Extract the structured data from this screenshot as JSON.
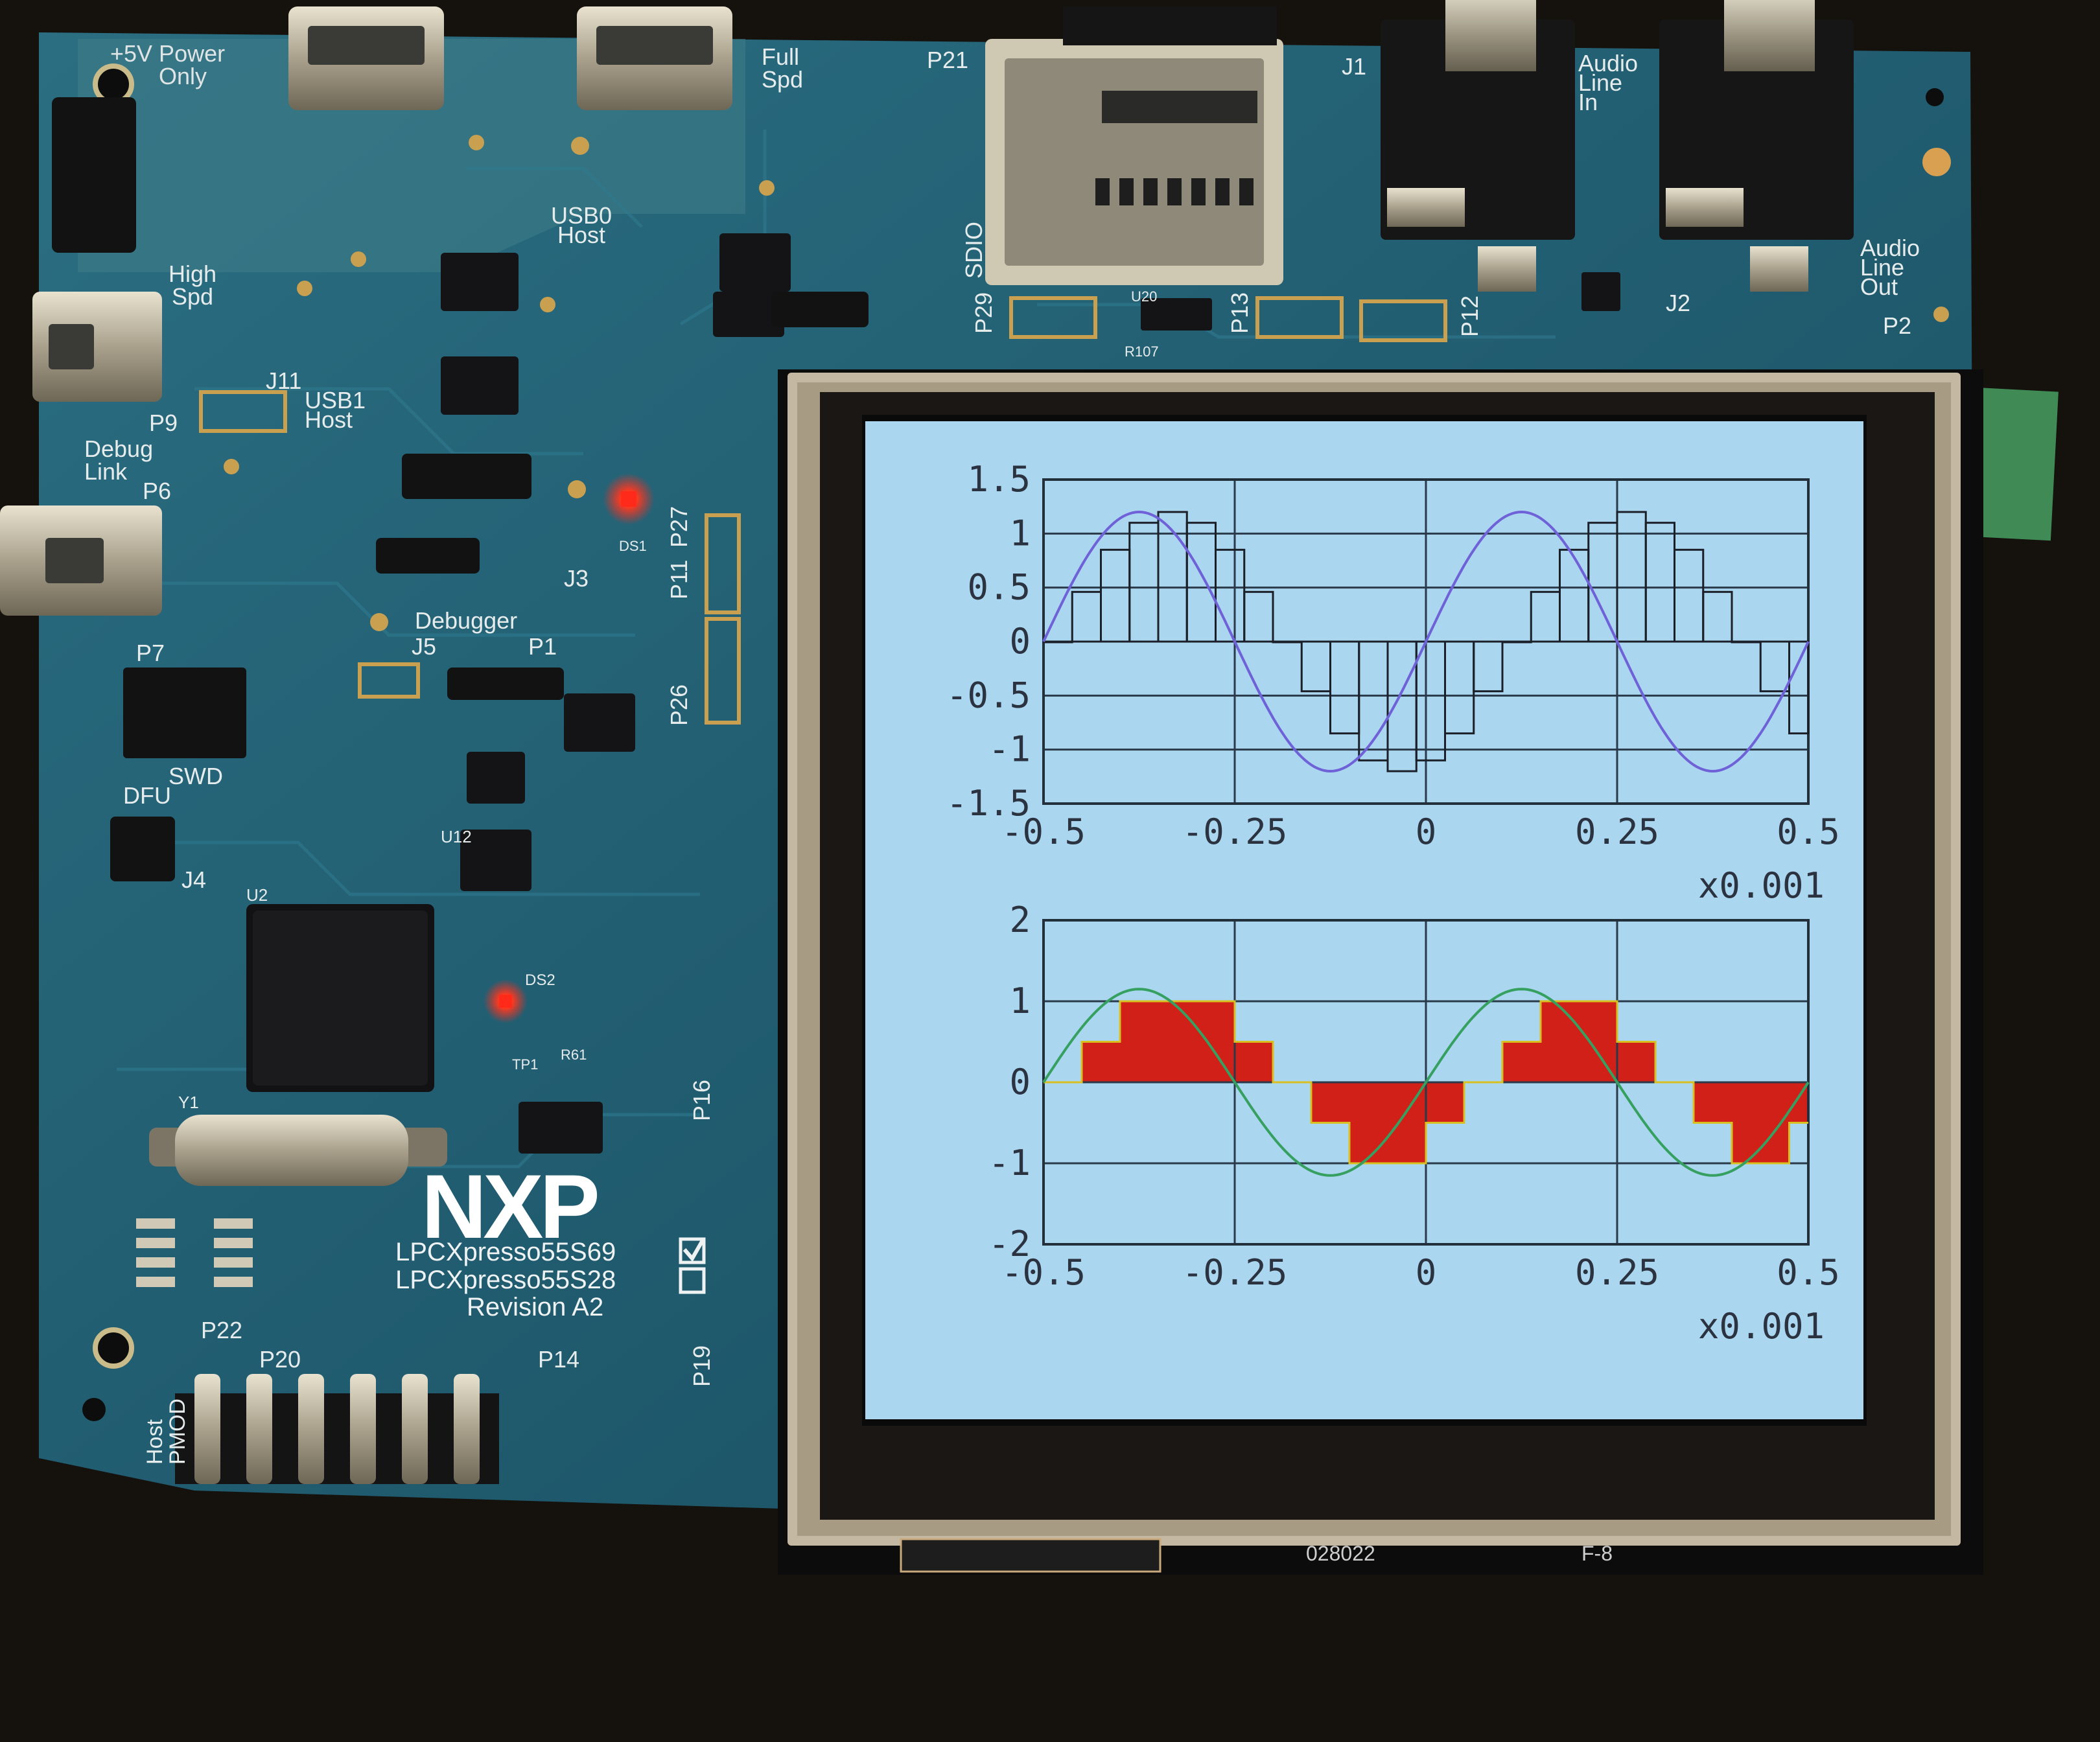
{
  "board": {
    "labels": {
      "power": "+5V Power",
      "only": "Only",
      "full": "Full",
      "spd": "Spd",
      "p21": "P21",
      "j1": "J1",
      "audio_in_1": "Audio",
      "audio_in_2": "Line",
      "audio_in_3": "In",
      "audio_out_1": "Audio",
      "audio_out_2": "Line",
      "audio_out_3": "Out",
      "usb0": "USB0",
      "host": "Host",
      "high": "High",
      "spd2": "Spd",
      "j11": "J11",
      "usb1": "USB1",
      "host2": "Host",
      "p9": "P9",
      "debug": "Debug",
      "link": "Link",
      "p6": "P6",
      "j3": "J3",
      "debugger": "Debugger",
      "p7": "P7",
      "j5": "J5",
      "p1": "P1",
      "swd": "SWD",
      "dfu": "DFU",
      "j4": "J4",
      "sdio": "SDIO",
      "p29": "P29",
      "p13": "P13",
      "p12": "P12",
      "j2": "J2",
      "p2": "P2",
      "p27": "P27",
      "p11": "P11",
      "p26": "P26",
      "p16": "P16",
      "p22": "P22",
      "p20": "P20",
      "p14": "P14",
      "p19": "P19",
      "host_pmod_1": "Host",
      "host_pmod_2": "PMOD",
      "y1": "Y1",
      "u2": "U2",
      "u12": "U12",
      "ds1": "DS1",
      "ds2": "DS2",
      "tp1": "TP1",
      "r61": "R61",
      "u20": "U20",
      "r107": "R107"
    },
    "brand": {
      "logo": "NXP",
      "model_1": "LPCXpresso55S69",
      "model_2": "LPCXpresso55S28",
      "revision": "Revision A2"
    },
    "display_labels": {
      "serial": "028022",
      "code": "F-8"
    },
    "colors": {
      "pcb": "#1f5f74",
      "lcd_bg": "#abd6ef",
      "led": "#ff2a1a",
      "fill": "#d02018",
      "sine_top": "#6f62d8",
      "sine_bottom": "#35a060",
      "step_bottom": "#d8c020"
    }
  },
  "chart_data": [
    {
      "type": "line",
      "subtype": "sine with sample-and-hold steps",
      "x_range": [
        -0.5,
        0.5
      ],
      "y_range": [
        -1.5,
        1.5
      ],
      "x_ticks": [
        "-0.5",
        "-0.25",
        "0",
        "0.25",
        "0.5"
      ],
      "y_ticks": [
        "1.5",
        "1",
        "0.5",
        "0",
        "-0.5",
        "-1",
        "-1.5"
      ],
      "x_multiplier": "x0.001",
      "grid": true,
      "series": [
        {
          "kind": "sine",
          "amplitude": 1.2,
          "period": 0.5,
          "x_start": -0.5,
          "x_end": 0.5
        },
        {
          "kind": "step",
          "x": [
            -0.5,
            -0.4625,
            -0.425,
            -0.3875,
            -0.35,
            -0.3125,
            -0.275,
            -0.2375,
            -0.2,
            -0.1625,
            -0.125,
            -0.0875,
            -0.05,
            -0.0125,
            0.025,
            0.0625,
            0.1,
            0.1375,
            0.175,
            0.2125,
            0.25,
            0.2875,
            0.325,
            0.3625,
            0.4,
            0.4375,
            0.475
          ],
          "y": [
            0,
            0.46,
            0.85,
            1.1,
            1.2,
            1.1,
            0.85,
            0.46,
            0,
            -0.46,
            -0.85,
            -1.1,
            -1.2,
            -1.1,
            -0.85,
            -0.46,
            0,
            0.46,
            0.85,
            1.1,
            1.2,
            1.1,
            0.85,
            0.46,
            0,
            -0.46,
            -0.85
          ]
        }
      ]
    },
    {
      "type": "area",
      "subtype": "sine with quantized filled steps",
      "x_range": [
        -0.5,
        0.5
      ],
      "y_range": [
        -2,
        2
      ],
      "x_ticks": [
        "-0.5",
        "-0.25",
        "0",
        "0.25",
        "0.5"
      ],
      "y_ticks": [
        "2",
        "1",
        "0",
        "-1",
        "-2"
      ],
      "x_multiplier": "x0.001",
      "grid": true,
      "series": [
        {
          "kind": "sine",
          "amplitude": 1.15,
          "period": 0.5,
          "x_start": -0.5,
          "x_end": 0.5
        },
        {
          "kind": "step",
          "x": [
            -0.5,
            -0.475,
            -0.45,
            -0.425,
            -0.4,
            -0.375,
            -0.35,
            -0.325,
            -0.3,
            -0.275,
            -0.25,
            -0.225,
            -0.2,
            -0.175,
            -0.15,
            -0.125,
            -0.1,
            -0.075,
            -0.05,
            -0.025,
            0,
            0.025,
            0.05,
            0.075,
            0.1,
            0.125,
            0.15,
            0.175,
            0.2,
            0.225,
            0.25,
            0.275,
            0.3,
            0.325,
            0.35,
            0.375,
            0.4,
            0.425,
            0.45,
            0.475
          ],
          "y": [
            0,
            0,
            0.5,
            0.5,
            1,
            1,
            1,
            1,
            1,
            1,
            0.5,
            0.5,
            0,
            0,
            -0.5,
            -0.5,
            -1,
            -1,
            -1,
            -1,
            -0.5,
            -0.5,
            0,
            0,
            0.5,
            0.5,
            1,
            1,
            1,
            1,
            0.5,
            0.5,
            0,
            0,
            -0.5,
            -0.5,
            -1,
            -1,
            -1,
            -0.5
          ]
        }
      ]
    }
  ]
}
